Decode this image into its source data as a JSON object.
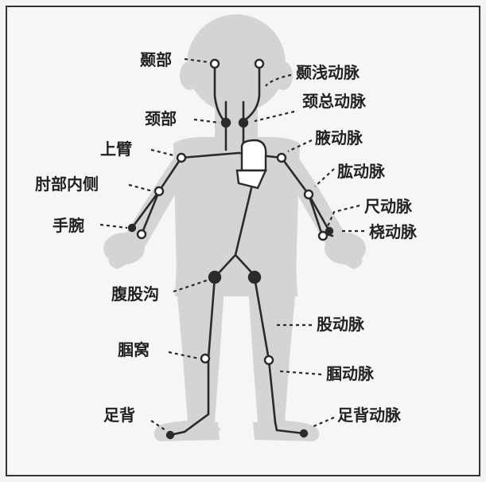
{
  "labels": {
    "temple": "颞部",
    "superficial_temporal_artery": "颞浅动脉",
    "neck": "颈部",
    "common_carotid_artery": "颈总动脉",
    "upper_arm": "上臂",
    "axillary_artery": "腋动脉",
    "brachial_artery": "肱动脉",
    "inner_elbow": "肘部内侧",
    "ulnar_artery": "尺动脉",
    "wrist": "手腕",
    "radial_artery": "桡动脉",
    "groin": "腹股沟",
    "femoral_artery": "股动脉",
    "popliteal_fossa": "腘窝",
    "popliteal_artery": "腘动脉",
    "dorsum_of_foot": "足背",
    "dorsalis_pedis_artery": "足背动脉"
  },
  "colors": {
    "background": "#f3f3f3",
    "frame": "#333333",
    "body_silhouette": "#d4d4d4",
    "artery_line": "#2a2a2a",
    "text": "#222222"
  }
}
